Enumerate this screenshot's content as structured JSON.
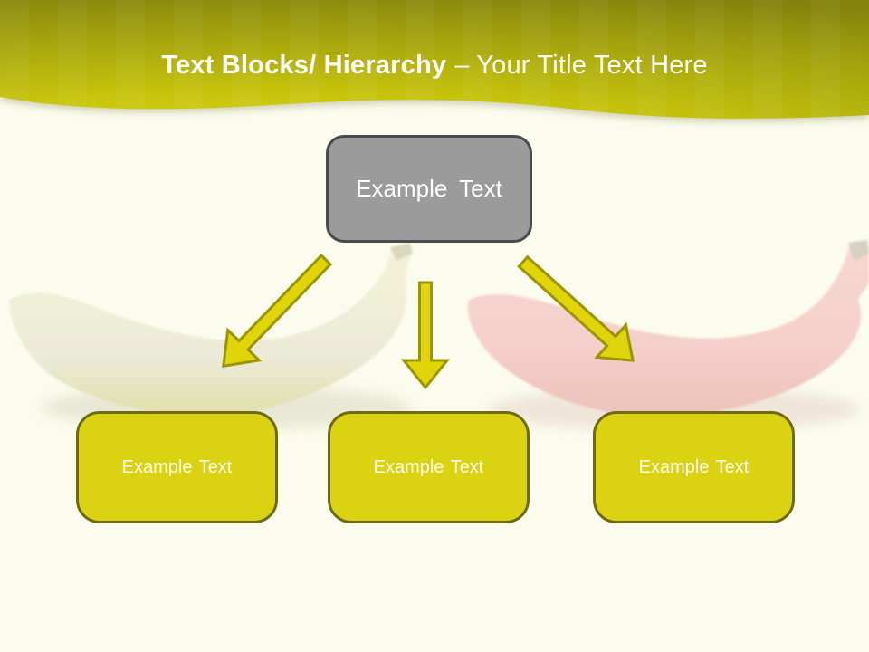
{
  "slide": {
    "header": {
      "title_bold": "Text Blocks/ Hierarchy",
      "title_regular": "– Your Title Text Here",
      "text_color": "#ffffff",
      "band_bright_color": "#dfdc12",
      "band_dark_color": "#85830a"
    },
    "hierarchy": {
      "root": {
        "label": "Example Text",
        "fill": "#9b9b9b",
        "border_color": "#4b4b4b"
      },
      "children": [
        {
          "label": "Example Text"
        },
        {
          "label": "Example Text"
        },
        {
          "label": "Example Text"
        }
      ],
      "child_fill": "#dbd312",
      "child_border_color": "#6d6a12"
    },
    "arrows": {
      "fill": "#e0d50a",
      "stroke": "#9c9503",
      "directions": [
        "down-left",
        "down",
        "down-right"
      ]
    },
    "background": {
      "color": "#fcfcee",
      "left_image": "pale-yellow-banana",
      "right_image": "red-banana"
    }
  }
}
